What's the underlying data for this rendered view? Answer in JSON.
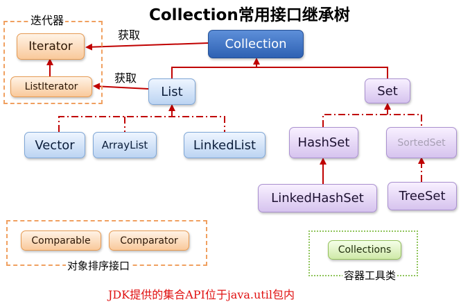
{
  "title": "Collection常用接口继承树",
  "footer": "JDK提供的集合API位于java.util包内",
  "labels": {
    "iterator_group": "迭代器",
    "get_iterator": "获取",
    "get_listiterator": "获取",
    "compare_group": "对象排序接口",
    "tools_group": "容器工具类"
  },
  "nodes": {
    "collection": "Collection",
    "iterator": "Iterator",
    "listiterator": "ListIterator",
    "list": "List",
    "set": "Set",
    "vector": "Vector",
    "arraylist": "ArrayList",
    "linkedlist": "LinkedList",
    "hashset": "HashSet",
    "sortedset": "SortedSet",
    "linkedhashset": "LinkedHashSet",
    "treeset": "TreeSet",
    "comparable": "Comparable",
    "comparator": "Comparator",
    "collections": "Collections"
  },
  "colors": {
    "arrow": "#c00000",
    "root": "#2e61b3",
    "list_family": "#bcd4f2",
    "set_family": "#d6c3ee",
    "orange_group": "#f0a060",
    "green_group": "#8fc45a",
    "footer_text": "#e01010"
  }
}
